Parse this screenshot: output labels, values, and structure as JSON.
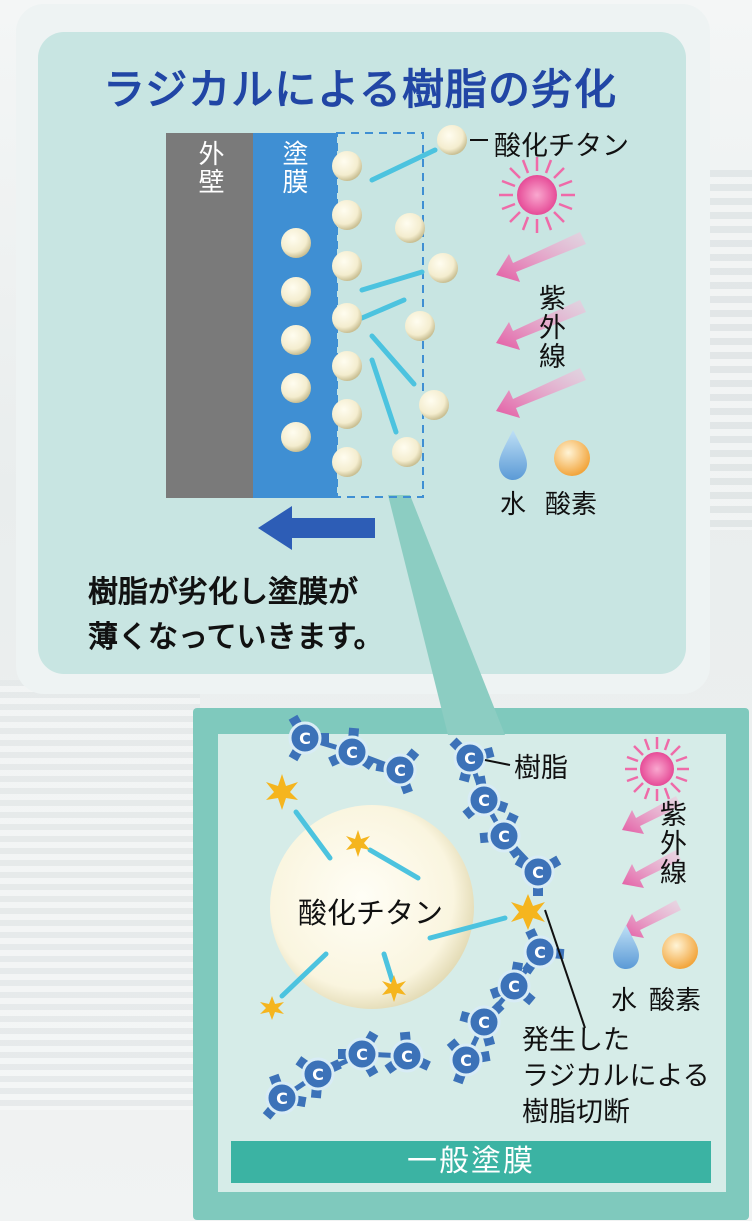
{
  "top": {
    "title": "ラジカルによる樹脂の劣化",
    "wall_label": "外壁",
    "film_label": "塗膜",
    "titanium_label": "酸化チタン",
    "uv_label": "紫外線",
    "water_label": "水",
    "oxygen_label": "酸素",
    "caption_line1": "樹脂が劣化し塗膜が",
    "caption_line2": "薄くなっていきます。"
  },
  "bottom": {
    "resin_label": "樹脂",
    "titanium_label": "酸化チタン",
    "uv_label": "紫外線",
    "water_label": "水",
    "oxygen_label": "酸素",
    "radical_line1": "発生した",
    "radical_line2": "ラジカルによる",
    "radical_line3": "樹脂切断",
    "carbon_symbol": "C",
    "banner": "一般塗膜"
  },
  "colors": {
    "title_blue": "#2146a5",
    "wall_gray": "#7a7a7a",
    "film_blue": "#3f8fd3",
    "panel_teal": "#c8e5e2",
    "banner_teal": "#3bb3a3",
    "uv_pink": "#e64b97",
    "carbon_blue": "#3c72b8",
    "ray_cyan": "#4cc3df"
  }
}
